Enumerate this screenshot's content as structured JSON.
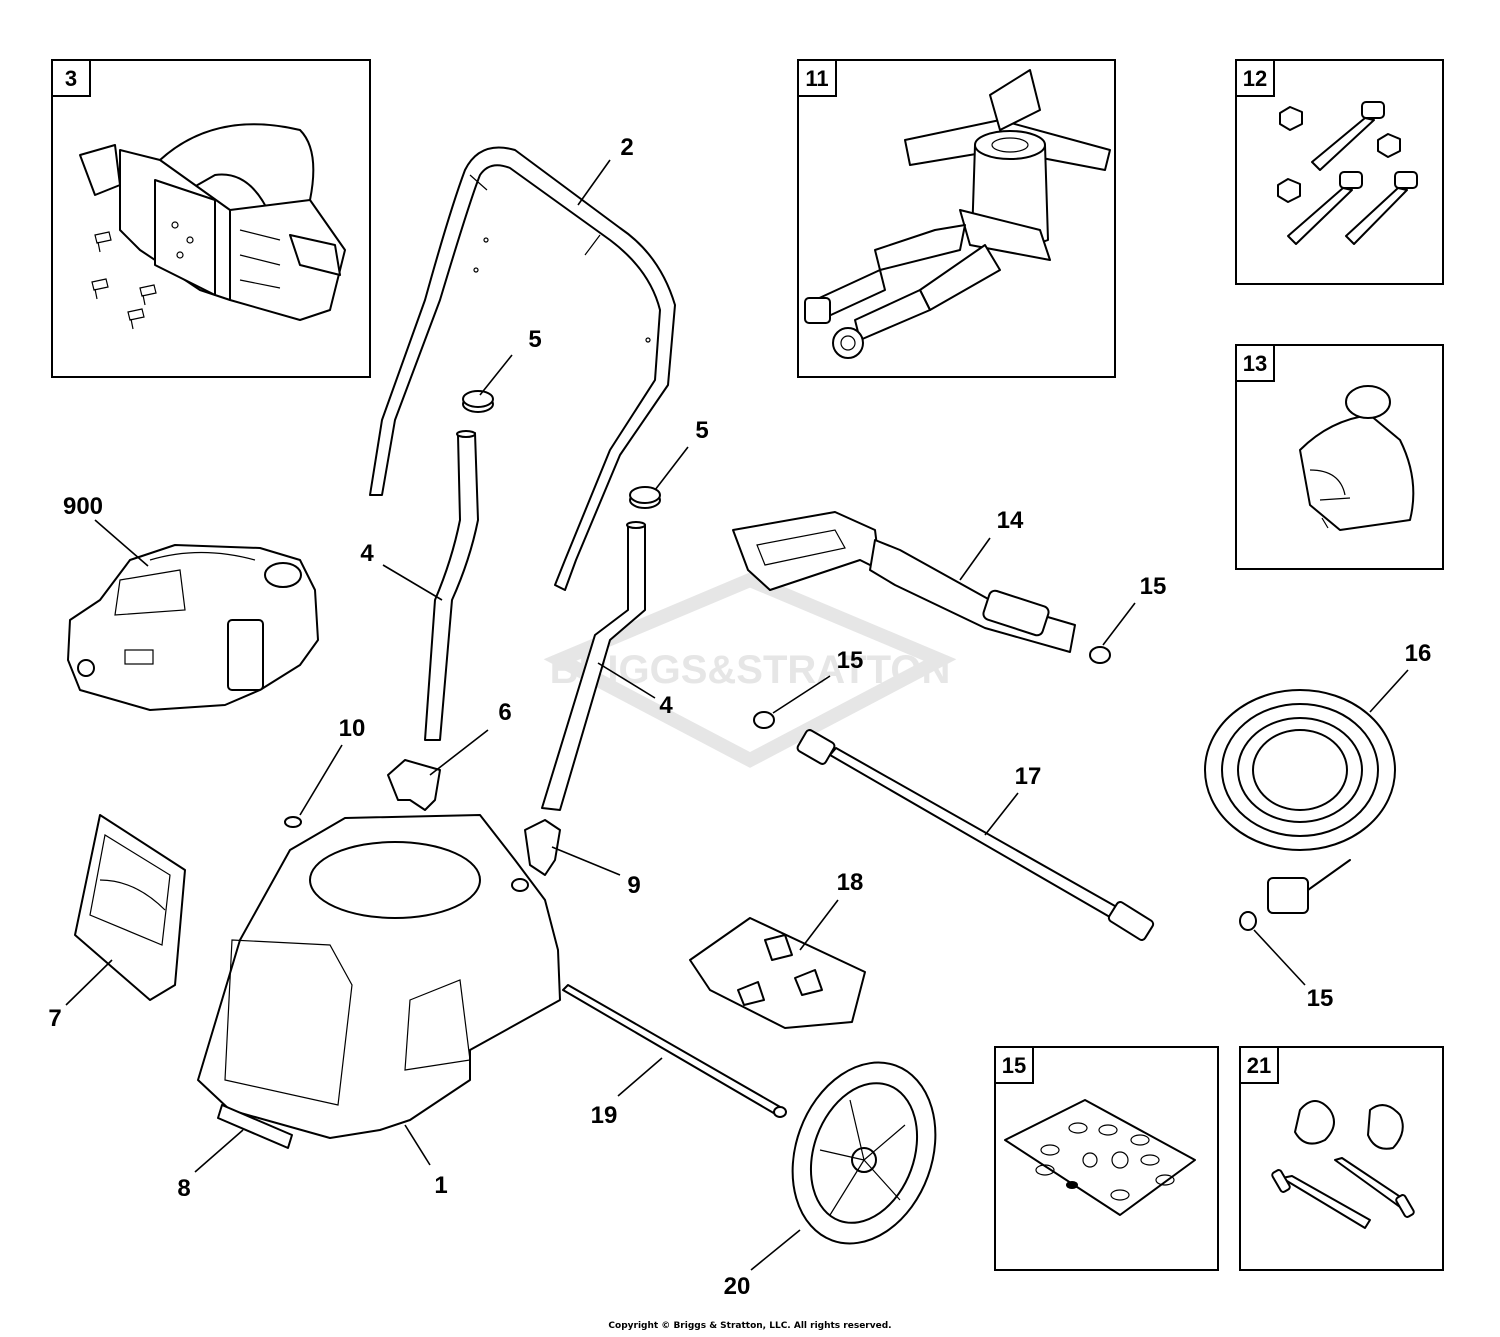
{
  "diagram": {
    "watermark": "BRIGGS&STRATTON",
    "copyright": "Copyright © Briggs & Stratton, LLC. All rights reserved.",
    "inset_boxes": [
      {
        "id": "box-3",
        "number": "3"
      },
      {
        "id": "box-11",
        "number": "11"
      },
      {
        "id": "box-12",
        "number": "12"
      },
      {
        "id": "box-13",
        "number": "13"
      },
      {
        "id": "box-15",
        "number": "15"
      },
      {
        "id": "box-21",
        "number": "21"
      }
    ],
    "callouts": [
      {
        "id": "c-1",
        "number": "1"
      },
      {
        "id": "c-2",
        "number": "2"
      },
      {
        "id": "c-4a",
        "number": "4"
      },
      {
        "id": "c-4b",
        "number": "4"
      },
      {
        "id": "c-5a",
        "number": "5"
      },
      {
        "id": "c-5b",
        "number": "5"
      },
      {
        "id": "c-6",
        "number": "6"
      },
      {
        "id": "c-7",
        "number": "7"
      },
      {
        "id": "c-8",
        "number": "8"
      },
      {
        "id": "c-9",
        "number": "9"
      },
      {
        "id": "c-10",
        "number": "10"
      },
      {
        "id": "c-14",
        "number": "14"
      },
      {
        "id": "c-15a",
        "number": "15"
      },
      {
        "id": "c-15b",
        "number": "15"
      },
      {
        "id": "c-15c",
        "number": "15"
      },
      {
        "id": "c-16",
        "number": "16"
      },
      {
        "id": "c-17",
        "number": "17"
      },
      {
        "id": "c-18",
        "number": "18"
      },
      {
        "id": "c-19",
        "number": "19"
      },
      {
        "id": "c-20",
        "number": "20"
      },
      {
        "id": "c-900",
        "number": "900"
      }
    ]
  }
}
